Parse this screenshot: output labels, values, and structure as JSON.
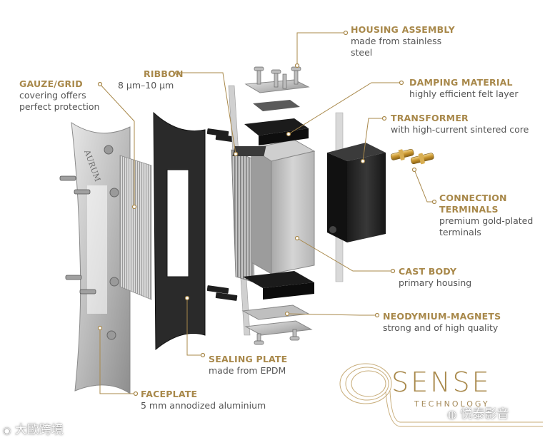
{
  "diagram": {
    "accent_color": "#a8884a",
    "line_color": "#a8884a",
    "callouts": [
      {
        "id": "housing",
        "title": "HOUSING ASSEMBLY",
        "desc": [
          "made from stainless",
          "steel"
        ]
      },
      {
        "id": "damping",
        "title": "DAMPING MATERIAL",
        "desc": [
          "highly efficient felt layer"
        ]
      },
      {
        "id": "transformer",
        "title": "TRANSFORMER",
        "desc": [
          "with high-current sintered core"
        ]
      },
      {
        "id": "connection",
        "title": "CONNECTION",
        "title2": "TERMINALS",
        "desc": [
          "premium gold-plated",
          "terminals"
        ]
      },
      {
        "id": "castbody",
        "title": "CAST BODY",
        "desc": [
          "primary housing"
        ]
      },
      {
        "id": "neodymium",
        "title": "NEODYMIUM-MAGNETS",
        "desc": [
          "strong and of high quality"
        ]
      },
      {
        "id": "sealing",
        "title": "SEALING PLATE",
        "desc": [
          "made from EPDM"
        ]
      },
      {
        "id": "faceplate",
        "title": "FACEPLATE",
        "desc": [
          "5 mm annodized aluminium"
        ]
      },
      {
        "id": "gauze",
        "title": "GAUZE/GRID",
        "desc": [
          "covering offers",
          "perfect protection"
        ]
      },
      {
        "id": "ribbon",
        "title": "RIBBON",
        "desc": [
          "8 µm–10 µm"
        ]
      }
    ],
    "faceplate_logo": "AURUM",
    "brand": {
      "word": "SENSE",
      "sub": "TECHNOLOGY"
    },
    "watermarks": {
      "left": "大歐跨境",
      "right": "悦泰影音"
    }
  }
}
